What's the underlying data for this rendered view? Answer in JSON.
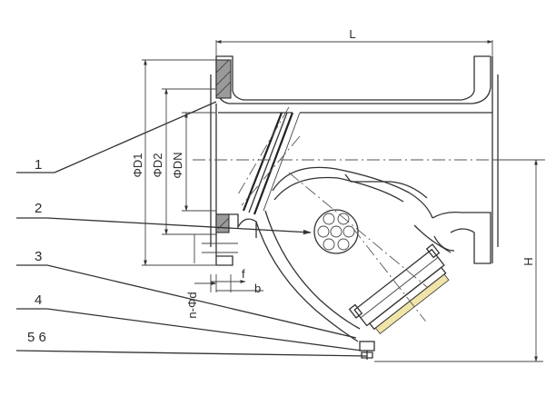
{
  "part_labels": [
    "1",
    "2",
    "3",
    "4",
    "5 6"
  ],
  "dimensions": {
    "L": "L",
    "H": "H",
    "D1": "ΦD1",
    "D2": "ΦD2",
    "DN": "ΦDN",
    "nd": "n-Φd",
    "f": "f",
    "b": "b"
  }
}
